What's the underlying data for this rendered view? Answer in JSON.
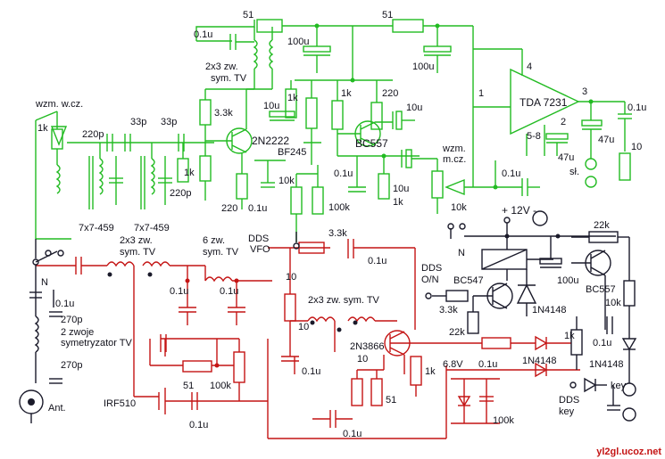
{
  "labels": {
    "c01u_top": "0.1u",
    "r51_top1": "51",
    "r51_top2": "51",
    "c100u_top1": "100u",
    "c100u_top2": "100u",
    "xfmr_top_a": "2x3 zw.",
    "xfmr_top_b": "sym. TV",
    "r33k": "3.3k",
    "r1k_a": "1k",
    "r1k_b": "1k",
    "r220_top": "220",
    "c10u_a": "10u",
    "c10u_b": "10u",
    "q2n2222": "2N2222",
    "bf245": "BF245",
    "bc557_top": "BC557",
    "tda": "TDA 7231",
    "pin4": "4",
    "pin3": "3",
    "pin1": "1",
    "pin2": "2",
    "pin58": "5-8",
    "c01u_right": "0.1u",
    "c47u_a": "47u",
    "c47u_b": "47u",
    "r10": "10",
    "sl": "sł.",
    "wzm_wcz_a": "wzm. w.cz.",
    "r1k_left": "1k",
    "c220p_a": "220p",
    "c33p_a": "33p",
    "c33p_b": "33p",
    "r1k_mid": "1k",
    "c220p_b": "220p",
    "r220_bot": "220",
    "c01u_mid": "0.1u",
    "r10k_mid": "10k",
    "c01u_mid2": "0.1u",
    "c10u_c": "10u",
    "r1k_c": "1k",
    "r100k": "100k",
    "wzm_mcz_a": "wzm.",
    "wzm_mcz_b": "m.cz.",
    "c01u_mcz": "0.1u",
    "r10k_pot": "10k",
    "coil_a": "7x7-459",
    "coil_b": "7x7-459",
    "supply": "+ 12V -",
    "r22k_top": "22k",
    "dds_vfo_a": "DDS",
    "dds_vfo_b": "VFO",
    "r33k_red": "3.3k",
    "c01u_red1": "0.1u",
    "sw_n": "N",
    "xfmr_red1_a": "2x3 zw.",
    "xfmr_red1_b": "sym. TV",
    "ind6_a": "6 zw.",
    "ind6_b": "sym. TV",
    "n_left": "N",
    "c01u_ant": "0.1u",
    "c270p_a": "270p",
    "sym_a": "2 zwoje",
    "sym_b": "symetryzator TV",
    "c270p_b": "270p",
    "ant": "Ant.",
    "c01u_red2": "0.1u",
    "c01u_red3": "0.1u",
    "r10_red": "10",
    "xfmr_red2": "2x3 zw.  sym. TV",
    "r10_red2": "10",
    "c01u_red4": "0.1u",
    "q2n3866": "2N3866",
    "r10_red3": "10",
    "r1k_red": "1k",
    "r51_red": "51",
    "r100k_red": "100k",
    "r51_red2": "51",
    "irf510": "IRF510",
    "c01u_red5": "0.1u",
    "c01u_red6": "0.1u",
    "dds_on_a": "DDS",
    "dds_on_b": "O/N",
    "bc547": "BC547",
    "r33k_blk": "3.3k",
    "d1n4148_a": "1N4148",
    "r22k_blk": "22k",
    "c100u_blk": "100u",
    "bc557_blk": "BC557",
    "r10k_blk": "10k",
    "r1k_blk": "1k",
    "c01u_blk1": "0.1u",
    "d1n4148_b": "1N4148",
    "d1n4148_c": "1N4148",
    "zener": "6.8V",
    "c01u_blk2": "0.1u",
    "c100k": "100k",
    "key": "key",
    "dds_key_a": "DDS",
    "dds_key_b": "key",
    "credit": "yl2gl.ucoz.net"
  }
}
